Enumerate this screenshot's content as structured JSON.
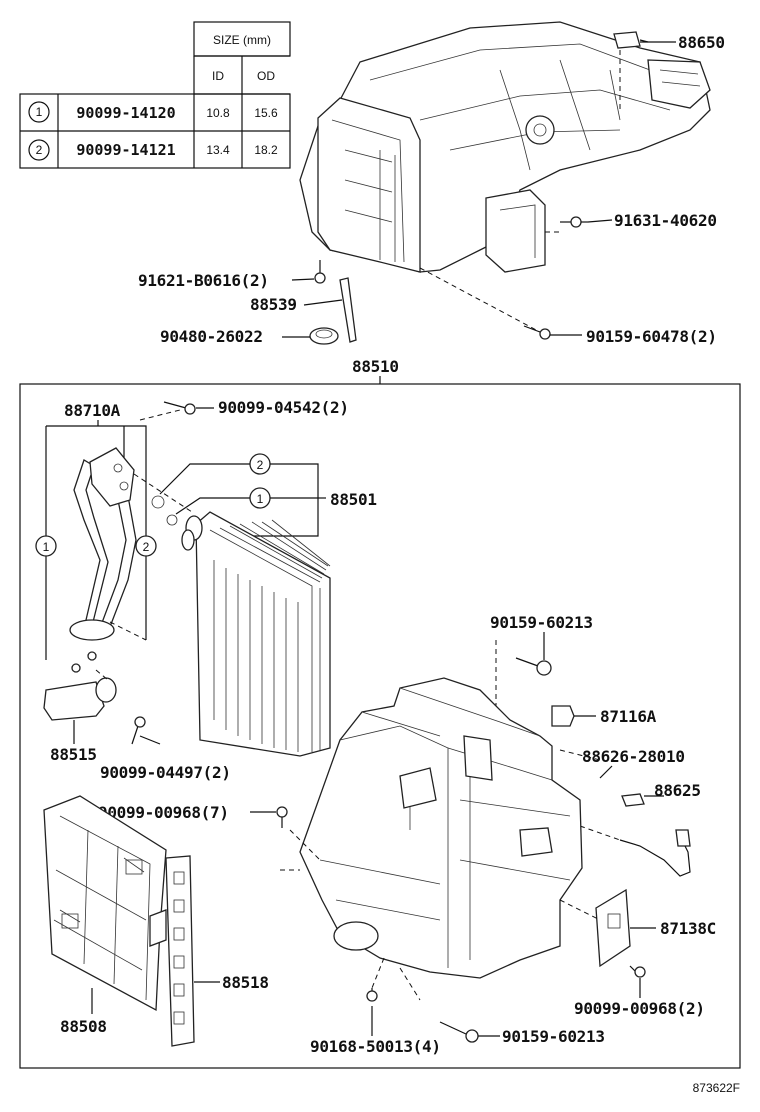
{
  "size_table": {
    "header": "SIZE (mm)",
    "col_id": "ID",
    "col_od": "OD",
    "rows": [
      {
        "marker": "1",
        "part": "90099-14120",
        "id": "10.8",
        "od": "15.6"
      },
      {
        "marker": "2",
        "part": "90099-14121",
        "id": "13.4",
        "od": "18.2"
      }
    ]
  },
  "labels": {
    "p88650": "88650",
    "p91631": "91631-40620",
    "p91621": "91621-B0616(2)",
    "p88539": "88539",
    "p90480": "90480-26022",
    "p90159a": "90159-60478(2)",
    "p88510": "88510",
    "p88710": "88710A",
    "p90099a": "90099-04542(2)",
    "p88501": "88501",
    "p90159b": "90159-60213",
    "p87116": "87116A",
    "p88626": "88626-28010",
    "p88625": "88625",
    "p88515": "88515",
    "p90099b": "90099-04497(2)",
    "p90099c": "90099-00968(7)",
    "p87138": "87138C",
    "p90099d": "90099-00968(2)",
    "p88518": "88518",
    "p88508": "88508",
    "p90168": "90168-50013(4)",
    "p90159c": "90159-60213",
    "m1a": "1",
    "m2a": "2",
    "m1b": "1",
    "m2b": "2",
    "code": "873622F"
  }
}
